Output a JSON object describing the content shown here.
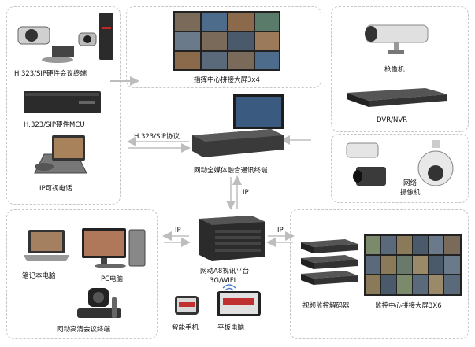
{
  "labels": {
    "h323_terminal": "H.323/SIP硬件会议终端",
    "h323_mcu": "H.323/SIP硬件MCU",
    "ip_phone": "IP可视电话",
    "command_wall": "指挥中心拼接大屏3x4",
    "protocol": "H.323/SIP协议",
    "fusion_terminal": "网动全媒体融合通讯终端",
    "bullet_camera": "枪像机",
    "dvr_nvr": "DVR/NVR",
    "network_camera_line1": "网络",
    "network_camera_line2": "摄像机",
    "ip_up": "IP",
    "ip_left": "IP",
    "ip_right": "IP",
    "a8_platform": "网动A8视讯平台",
    "wireless": "3G/WIFI",
    "laptop": "笔记本电脑",
    "pc": "PC电脑",
    "hd_terminal": "网动高清会议终端",
    "smartphone": "智能手机",
    "tablet": "平板电脑",
    "video_decoder": "视频监控解码器",
    "monitor_wall": "监控中心拼接大屏3X6"
  },
  "colors": {
    "panel_border": "#c7c7c7",
    "device_dark": "#2b2b2b",
    "screen_blue": "#3a5a80",
    "connector": "#9a9a9a"
  }
}
